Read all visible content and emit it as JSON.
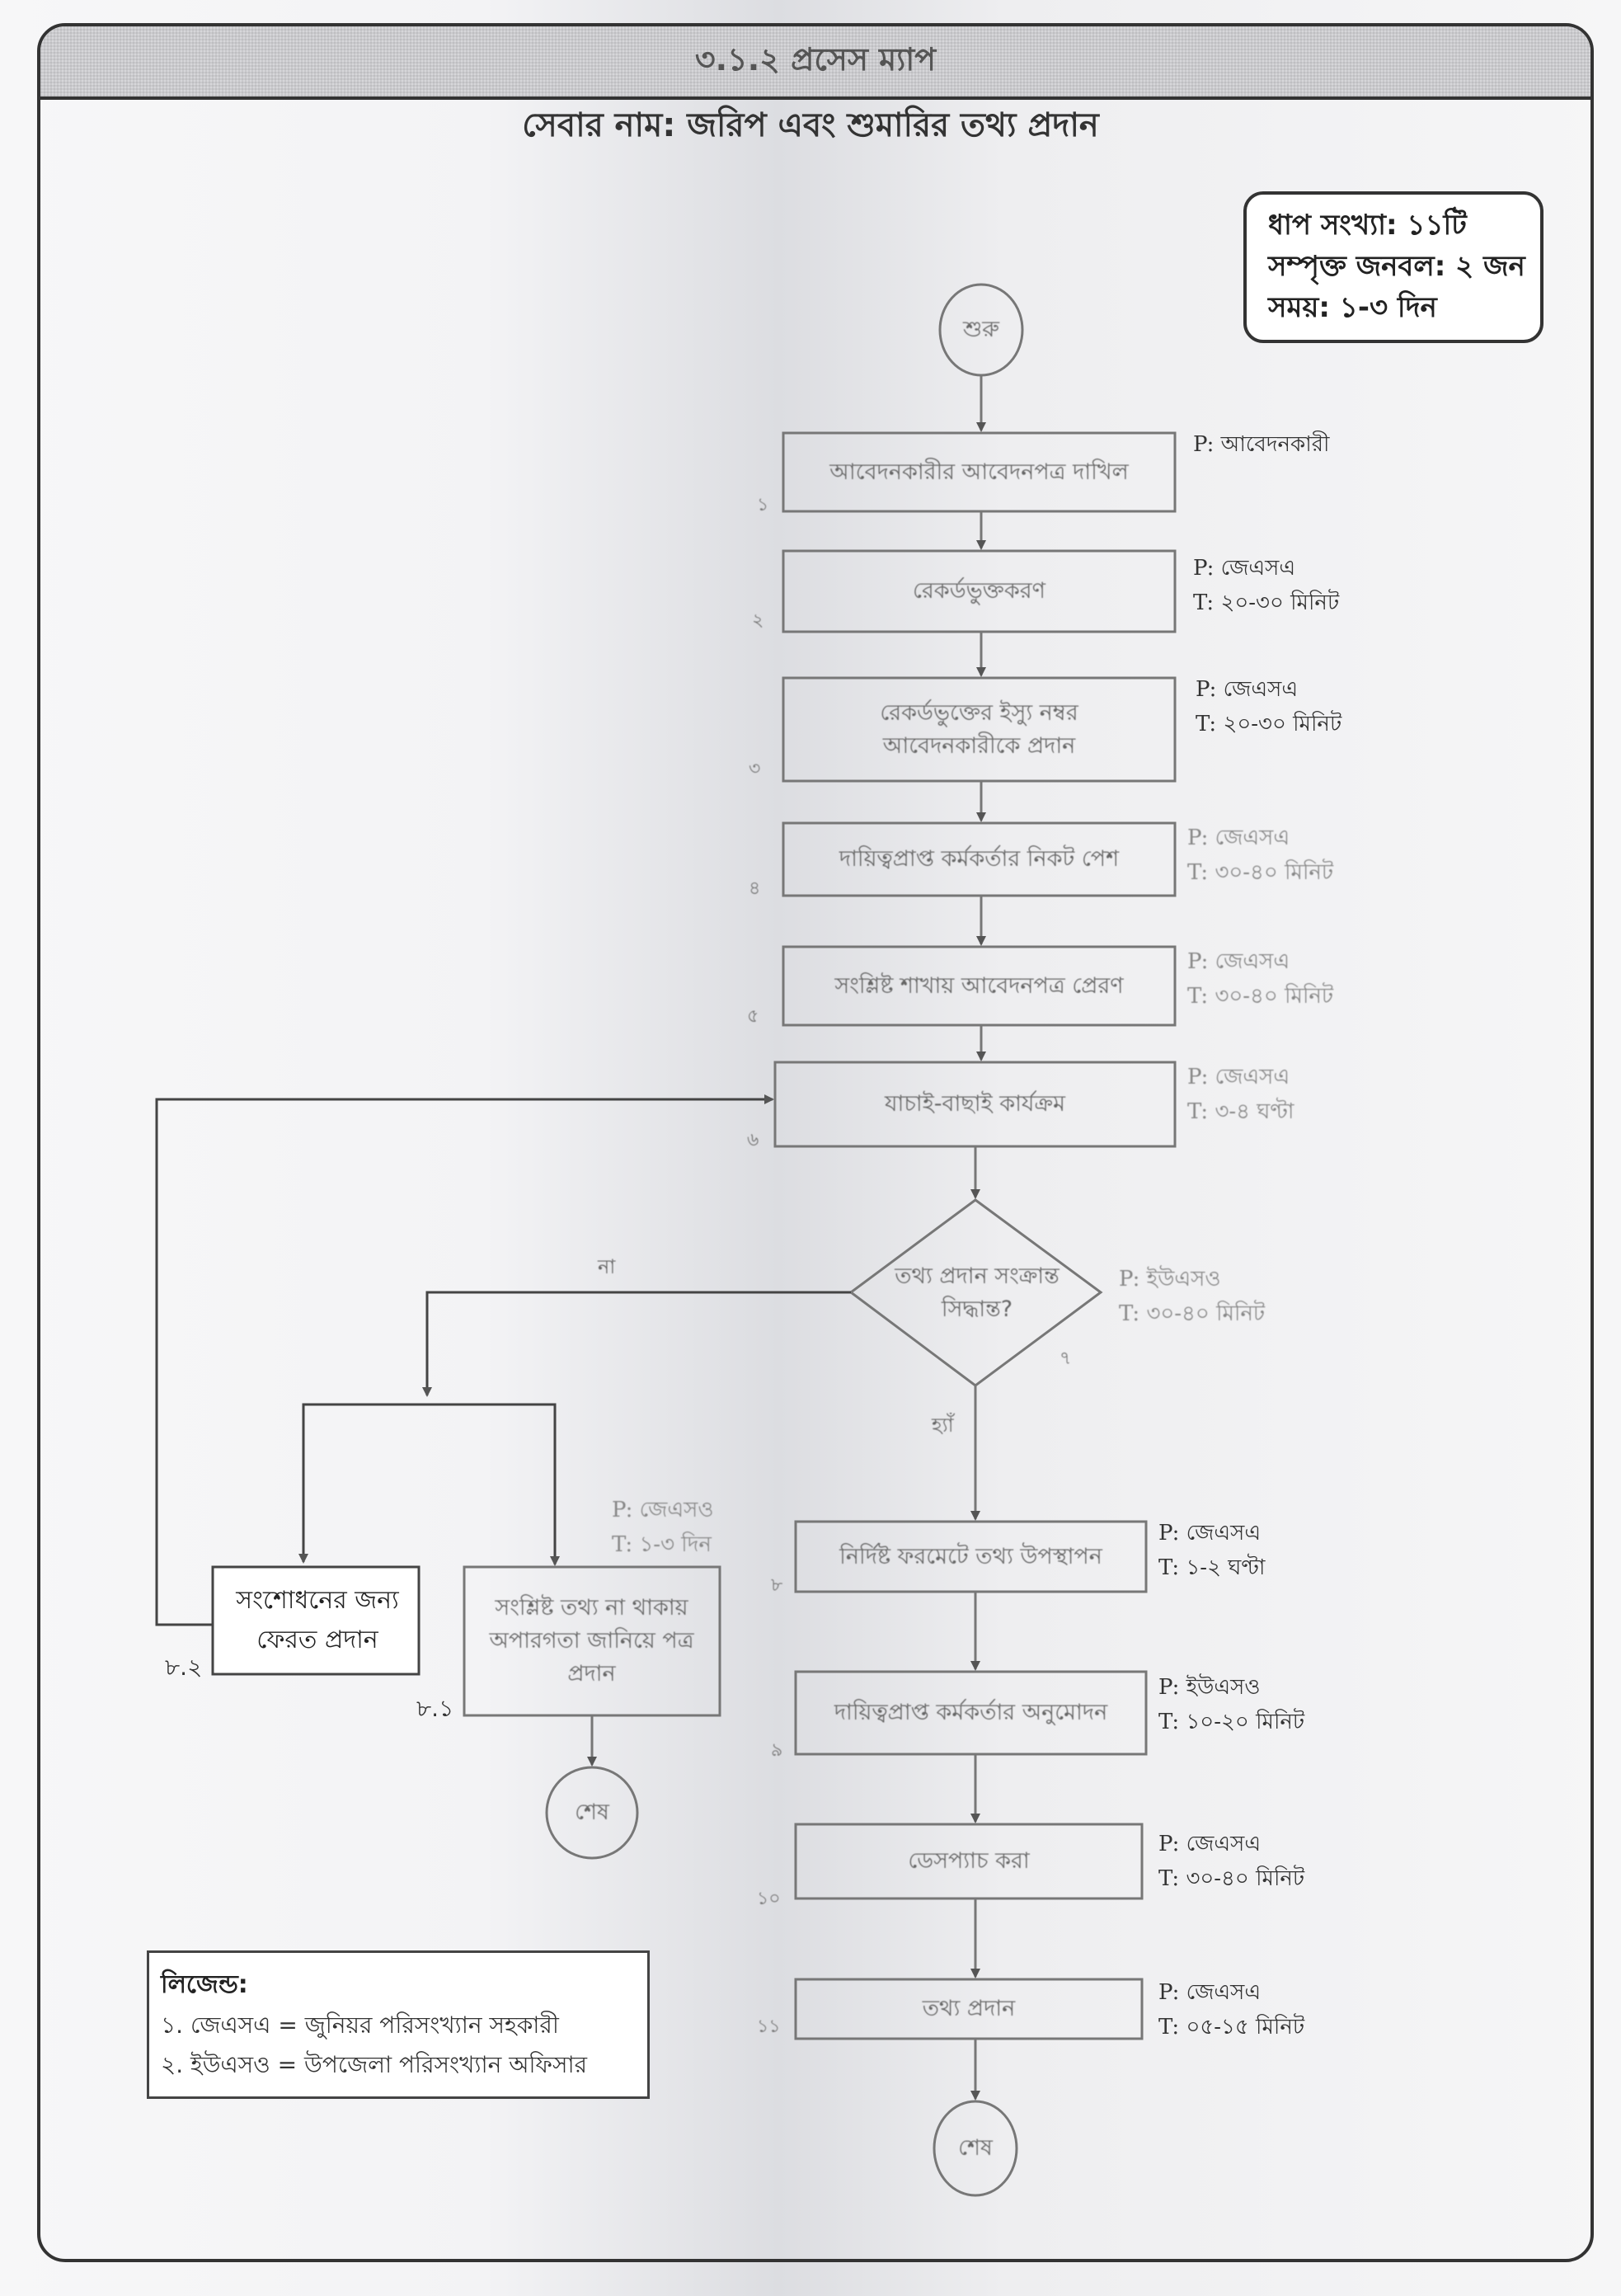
{
  "page": {
    "section_title": "৩.১.২ প্রসেস ম্যাপ",
    "service_name": "সেবার নাম: জরিপ এবং শুমারির তথ্য প্রদান"
  },
  "summary": {
    "steps": "ধাপ সংখ্যা: ১১টি",
    "manpower": "সম্পৃক্ত জনবল: ২ জন",
    "time": "সময়: ১-৩ দিন"
  },
  "terminals": {
    "start": "শুরু",
    "end_main": "শেষ",
    "end_branch": "শেষ"
  },
  "steps": [
    {
      "num": "১",
      "label": "আবেদনকারীর আবেদনপত্র দাখিল",
      "p": "P: আবেদনকারী",
      "t": ""
    },
    {
      "num": "২",
      "label": "রেকর্ডভুক্তকরণ",
      "p": "P: জেএসএ",
      "t": "T: ২০-৩০ মিনিট"
    },
    {
      "num": "৩",
      "label": "রেকর্ডভুক্তের ইস্যু নম্বর আবেদনকারীকে প্রদান",
      "p": "P: জেএসএ",
      "t": "T: ২০-৩০ মিনিট"
    },
    {
      "num": "৪",
      "label": "দায়িত্বপ্রাপ্ত কর্মকর্তার নিকট পেশ",
      "p": "P: জেএসএ",
      "t": "T: ৩০-৪০ মিনিট"
    },
    {
      "num": "৫",
      "label": "সংশ্লিষ্ট শাখায় আবেদনপত্র প্রেরণ",
      "p": "P: জেএসএ",
      "t": "T: ৩০-৪০ মিনিট"
    },
    {
      "num": "৬",
      "label": "যাচাই-বাছাই কার্যক্রম",
      "p": "P: জেএসএ",
      "t": "T: ৩-৪ ঘণ্টা"
    },
    {
      "num": "৭",
      "label": "তথ্য প্রদান সংক্রান্ত সিদ্ধান্ত?",
      "p": "P: ইউএসও",
      "t": "T: ৩০-৪০ মিনিট"
    },
    {
      "num": "৮",
      "label": "নির্দিষ্ট ফরমেটে তথ্য উপস্থাপন",
      "p": "P: জেএসএ",
      "t": "T: ১-২ ঘণ্টা"
    },
    {
      "num": "৯",
      "label": "দায়িত্বপ্রাপ্ত কর্মকর্তার অনুমোদন",
      "p": "P: ইউএসও",
      "t": "T: ১০-২০ মিনিট"
    },
    {
      "num": "১০",
      "label": "ডেসপ্যাচ করা",
      "p": "P: জেএসএ",
      "t": "T: ৩০-৪০ মিনিট"
    },
    {
      "num": "১১",
      "label": "তথ্য প্রদান",
      "p": "P: জেএসএ",
      "t": "T: ০৫-১৫ মিনিট"
    }
  ],
  "branch_steps": [
    {
      "num": "৮.১",
      "label": "সংশ্লিষ্ট তথ্য না থাকায় অপারগতা জানিয়ে পত্র প্রদান",
      "p": "P: জেএসও",
      "t": "T: ১-৩ দিন"
    },
    {
      "num": "৮.২",
      "label": "সংশোধনের জন্য ফেরত প্রদান",
      "p": "",
      "t": ""
    }
  ],
  "branch_labels": {
    "no": "না",
    "yes": "হ্যাঁ"
  },
  "legend": {
    "title": "লিজেন্ড:",
    "items": [
      "১. জেএসএ = জুনিয়র পরিসংখ্যান সহকারী",
      "২. ইউএসও = উপজেলা পরিসংখ্যান অফিসার"
    ]
  }
}
